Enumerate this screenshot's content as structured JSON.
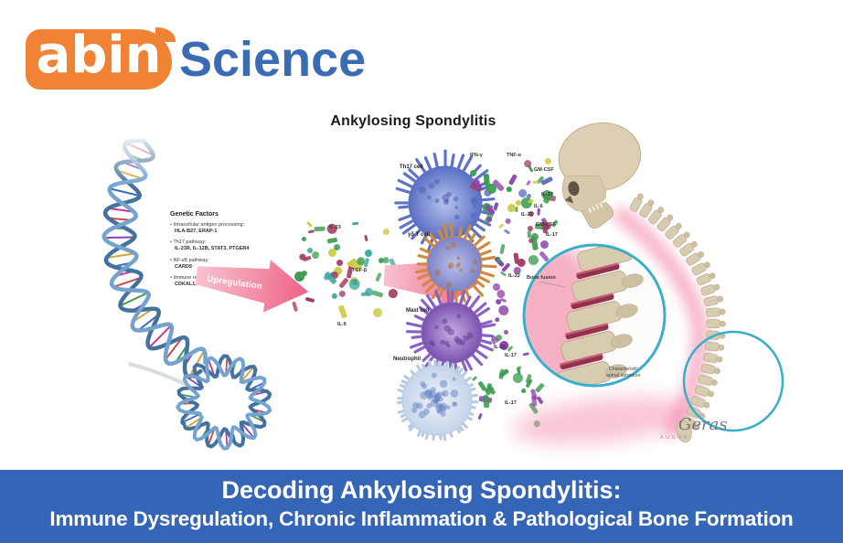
{
  "logo": {
    "part1": "abin",
    "part2": "Science",
    "orange": "#EF8233",
    "blue": "#3A6CB4"
  },
  "illustration": {
    "title": "Ankylosing Spondylitis",
    "genetic_factors": {
      "heading": "Genetic Factors",
      "items": [
        {
          "pathway": "Intracellular antigen processing:",
          "genes": "HLA-B27, ERAP-1"
        },
        {
          "pathway": "Th17 pathway:",
          "genes": "IL-23R, IL-12B, STAT3, PTGER4"
        },
        {
          "pathway": "NF-κB pathway:",
          "genes": "CARD9"
        },
        {
          "pathway": "Immune response:",
          "genes": "CDKAL1, KIF21B"
        }
      ]
    },
    "upregulation_label": "Upregulation",
    "mediators": [
      "IL-23",
      "TGF-β",
      "IL-6"
    ],
    "cells": [
      {
        "name": "Th17 cell",
        "cytokines": [
          "IFN-γ",
          "TNF-α",
          "GM-CSF",
          "IL-17",
          "IL-6",
          "IL-22"
        ]
      },
      {
        "name": "γδ T cell",
        "cytokines": [
          "GM-CSF",
          "IL-17",
          "IL-22"
        ]
      },
      {
        "name": "Mast cell",
        "cytokines": [
          "IL-22",
          "IL-17"
        ]
      },
      {
        "name": "Neutrophil",
        "cytokines": [
          "IL-17"
        ]
      }
    ],
    "spine_labels": {
      "bone_fusion": "Bone fusion",
      "curvature_line1": "Characteristic",
      "curvature_line2": "spinal curvature"
    },
    "artist_signature": {
      "caps": "AUDRA",
      "script": "Geras"
    }
  },
  "banner": {
    "bg_color": "#3565B6",
    "line1": "Decoding Ankylosing Spondylitis:",
    "line2": "Immune Dysregulation, Chronic Inflammation & Pathological Bone Formation"
  },
  "palette": {
    "arrow_pink_light": "#F8C3D0",
    "arrow_pink_deep": "#EE6187",
    "inset_ring": "#37AFCB",
    "bone": "#D7CBB0",
    "molecule_colors": [
      "#A23A60",
      "#3AA89E",
      "#3E9E52",
      "#8E44AD",
      "#C9C93A",
      "#5B6FC0"
    ]
  }
}
